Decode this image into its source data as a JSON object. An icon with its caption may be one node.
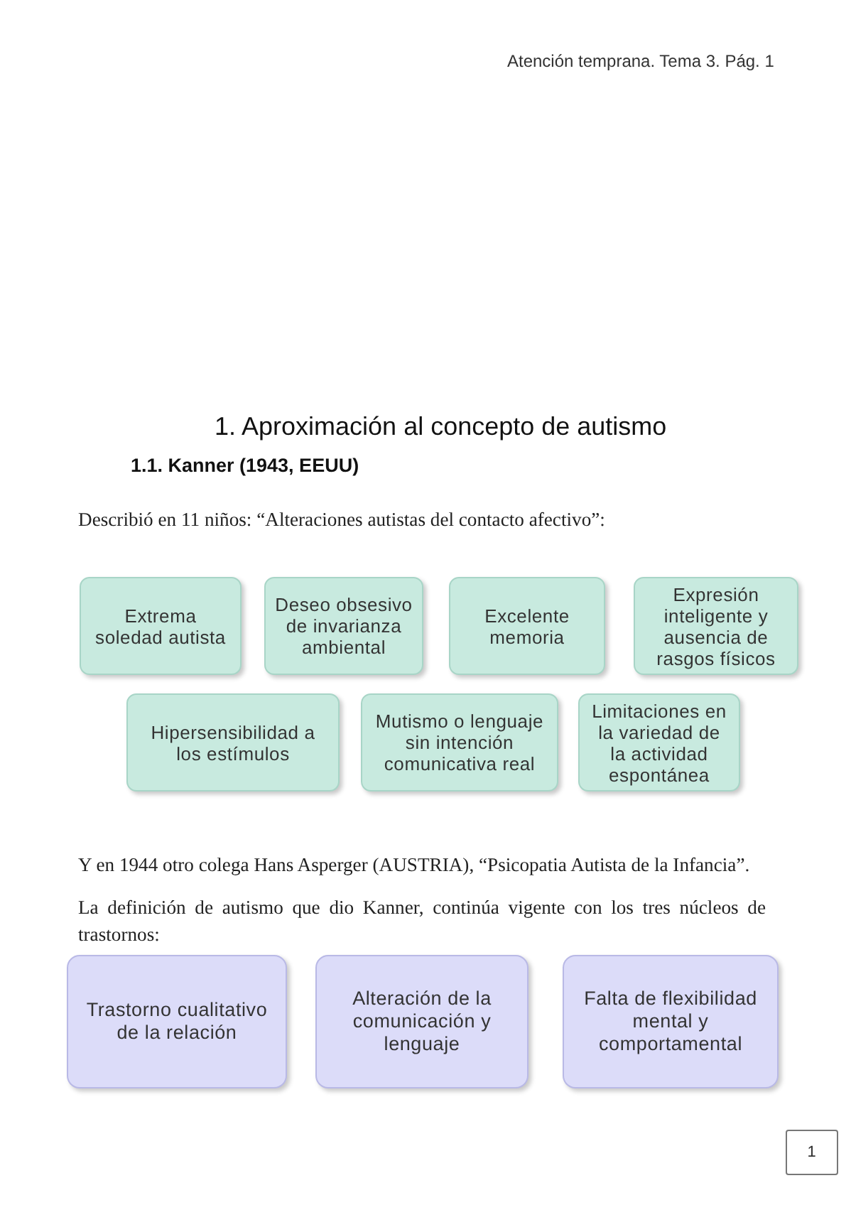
{
  "diagram": {
    "title": "1. Aproximación al concepto de autismo",
    "nodes": [
      {
        "text": [
          "Extrema soledad autista"
        ]
      },
      {
        "text": [
          "Deseo obsesivo de invarianza ambiental"
        ]
      },
      {
        "text": [
          "Excelente memoria"
        ]
      },
      {
        "text": [
          "Expresión inteligente y ausencia de rasgos físicos"
        ]
      },
      {
        "text": [
          "Hipersensibilidad a los estímulos"
        ]
      },
      {
        "text": [
          "Mutismo o lenguaje sin intención comunicativa real"
        ]
      },
      {
        "text": [
          "Limitaciones en la variedad de la actividad espontánea"
        ]
      },
      {
        "text": [
          "Trastorno cualitativo de la relación"
        ]
      },
      {
        "text": [
          "Alteración de la comunicación y lenguaje"
        ]
      },
      {
        "text": [
          "Falta de flexibilidad mental y comportamental"
        ]
      },
      {
        "text": [
          "1"
        ]
      }
    ],
    "labels": [
      "Atención temprana. Tema 3. Pág. 1",
      "1.1. Kanner (1943, EEUU)",
      "Describió en 11 niños: “Alteraciones autistas del contacto afectivo”:",
      "Y en 1944 otro colega Hans Asperger (AUSTRIA), “Psicopatia Autista de la Infancia”.",
      "La definición de autismo que dio Kanner, continúa vigente con los tres núcleos de trastornos:"
    ]
  }
}
